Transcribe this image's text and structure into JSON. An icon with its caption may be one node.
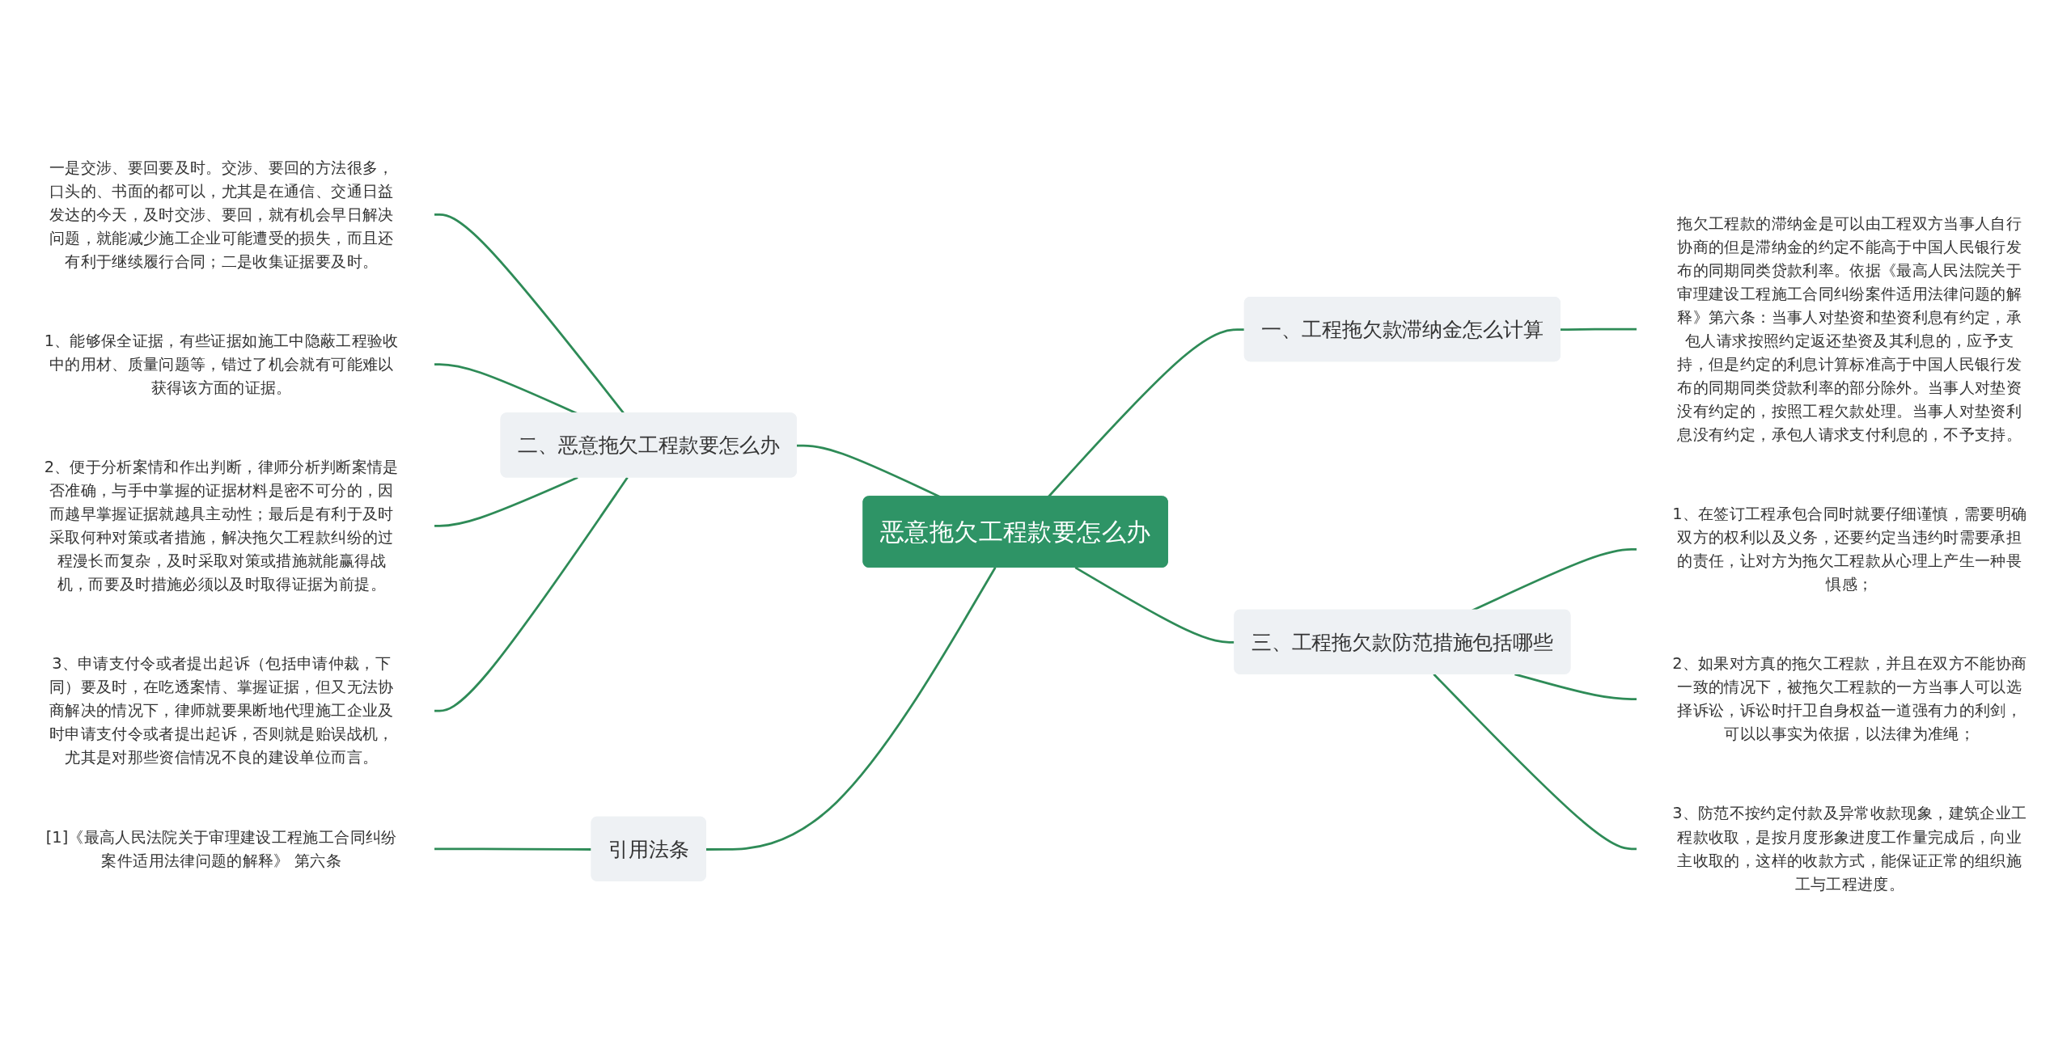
{
  "diagram": {
    "nodes": [
      {
        "text": [
          "恶意拖欠工程款要怎么办"
        ]
      },
      {
        "text": [
          "二、恶意拖欠工程款要怎么办"
        ]
      },
      {
        "text": [
          "一是交涉、要回要及时。交涉、要回的方法很多，口头的、书面的都可以，尤其是在通信、交通日益发达的今天，及时交涉、要回，就有机会早日解决问题，就能减少施工企业可能遭受的损失，而且还有利于继续履行合同；二是收集证据要及时。"
        ]
      },
      {
        "text": [
          "1、能够保全证据，有些证据如施工中隐蔽工程验收中的用材、质量问题等，错过了机会就有可能难以获得该方面的证据。"
        ]
      },
      {
        "text": [
          "2、便于分析案情和作出判断，律师分析判断案情是否准确，与手中掌握的证据材料是密不可分的，因而越早掌握证据就越具主动性；最后是有利于及时采取何种对策或者措施，解决拖欠工程款纠纷的过程漫长而复杂，及时采取对策或措施就能赢得战机，而要及时措施必须以及时取得证据为前提。"
        ]
      },
      {
        "text": [
          "3、申请支付令或者提出起诉（包括申请仲裁，下同）要及时，在吃透案情、掌握证据，但又无法协商解决的情况下，律师就要果断地代理施工企业及时申请支付令或者提出起诉，否则就是贻误战机，尤其是对那些资信情况不良的建设单位而言。"
        ]
      },
      {
        "text": [
          "引用法条"
        ]
      },
      {
        "text": [
          "[1]《最高人民法院关于审理建设工程施工合同纠纷案件适用法律问题的解释》 第六条"
        ]
      },
      {
        "text": [
          "一、工程拖欠款滞纳金怎么计算"
        ]
      },
      {
        "text": [
          "拖欠工程款的滞纳金是可以由工程双方当事人自行协商的但是滞纳金的约定不能高于中国人民银行发布的同期同类贷款利率。依据《最高人民法院关于审理建设工程施工合同纠纷案件适用法律问题的解释》第六条：当事人对垫资和垫资利息有约定，承包人请求按照约定返还垫资及其利息的，应予支持，但是约定的利息计算标准高于中国人民银行发布的同期同类贷款利率的部分除外。当事人对垫资没有约定的，按照工程欠款处理。当事人对垫资利息没有约定，承包人请求支付利息的，不予支持。"
        ]
      },
      {
        "text": [
          "三、工程拖欠款防范措施包括哪些"
        ]
      },
      {
        "text": [
          "1、在签订工程承包合同时就要仔细谨慎，需要明确双方的权利以及义务，还要约定当违约时需要承担的责任，让对方为拖欠工程款从心理上产生一种畏惧感；"
        ]
      },
      {
        "text": [
          "2、如果对方真的拖欠工程款，并且在双方不能协商一致的情况下，被拖欠工程款的一方当事人可以选择诉讼，诉讼时扞卫自身权益一道强有力的利剑，可以以事实为依据，以法律为准绳；"
        ]
      },
      {
        "text": [
          "3、防范不按约定付款及异常收款现象，建筑企业工程款收取，是按月度形象进度工作量完成后，向业主收取的，这样的收款方式，能保证正常的组织施工与工程进度。"
        ]
      }
    ],
    "edges": [
      {
        "from": 0,
        "to": 1,
        "arrow": "none"
      },
      {
        "from": 1,
        "to": 2,
        "arrow": "none"
      },
      {
        "from": 1,
        "to": 3,
        "arrow": "none"
      },
      {
        "from": 1,
        "to": 4,
        "arrow": "none"
      },
      {
        "from": 1,
        "to": 5,
        "arrow": "none"
      },
      {
        "from": 0,
        "to": 6,
        "arrow": "none"
      },
      {
        "from": 6,
        "to": 7,
        "arrow": "none"
      },
      {
        "from": 0,
        "to": 8,
        "arrow": "none"
      },
      {
        "from": 8,
        "to": 9,
        "arrow": "none"
      },
      {
        "from": 0,
        "to": 10,
        "arrow": "none"
      },
      {
        "from": 10,
        "to": 11,
        "arrow": "none"
      },
      {
        "from": 10,
        "to": 12,
        "arrow": "none"
      },
      {
        "from": 10,
        "to": 13,
        "arrow": "none"
      }
    ]
  }
}
